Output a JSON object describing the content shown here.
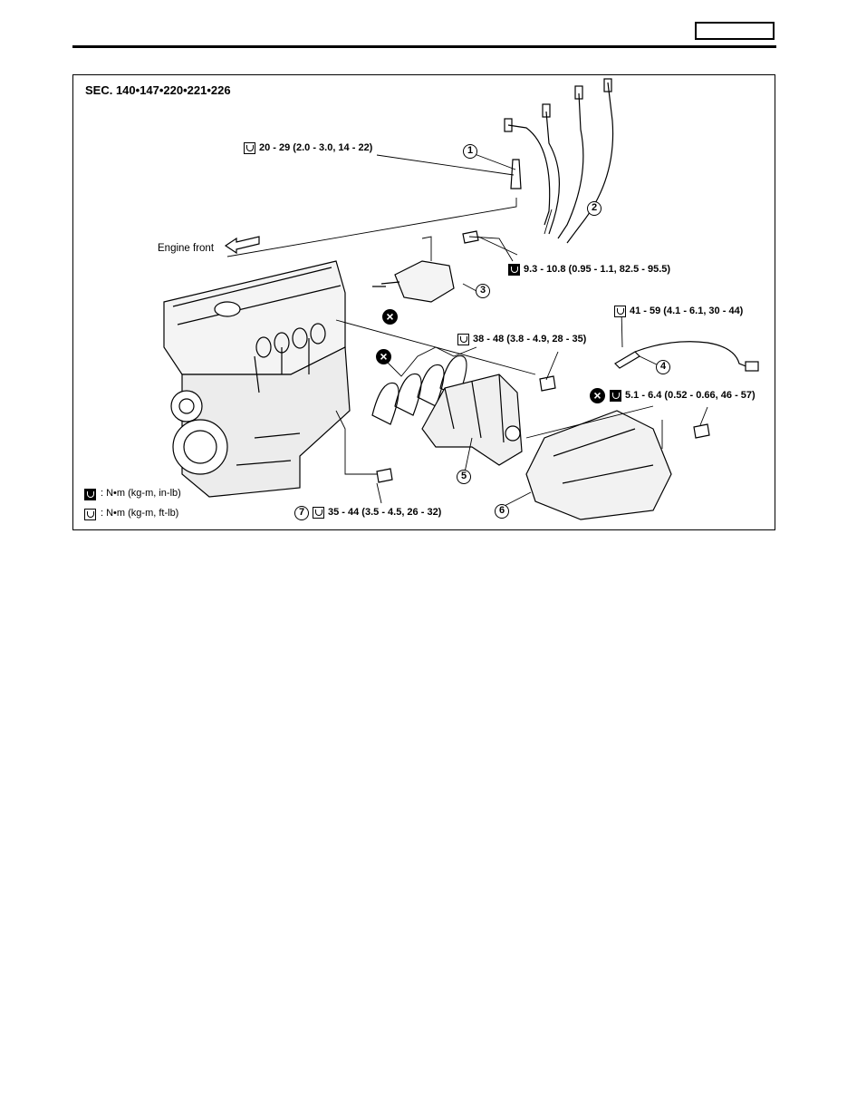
{
  "header": {
    "page_box_text": ""
  },
  "figure": {
    "section": "SEC. 140•147•220•221•226",
    "engine_front": "Engine front",
    "torques": {
      "spark_plug": "20 - 29 (2.0 - 3.0, 14 - 22)",
      "ignition_coil_bolt": "9.3 - 10.8 (0.95 - 1.1, 82.5 - 95.5)",
      "manifold_nut": "38 - 48 (3.8 - 4.9, 28 - 35)",
      "sensor": "41 - 59 (4.1 - 6.1, 30 - 44)",
      "cover_bolt": "5.1 - 6.4 (0.52 - 0.66, 46 - 57)",
      "stud": "35 - 44 (3.5 - 4.5, 26 - 32)"
    },
    "callouts": [
      "1",
      "2",
      "3",
      "4",
      "5",
      "6",
      "7"
    ],
    "no_reuse_symbol": "×",
    "legend": {
      "in_lb": ": N•m (kg-m, in-lb)",
      "ft_lb": ": N•m (kg-m, ft-lb)"
    }
  },
  "icons": [
    "torque-wrench-icon",
    "torque-wrench-dark-icon",
    "do-not-reuse-icon",
    "arrow-left-icon"
  ]
}
